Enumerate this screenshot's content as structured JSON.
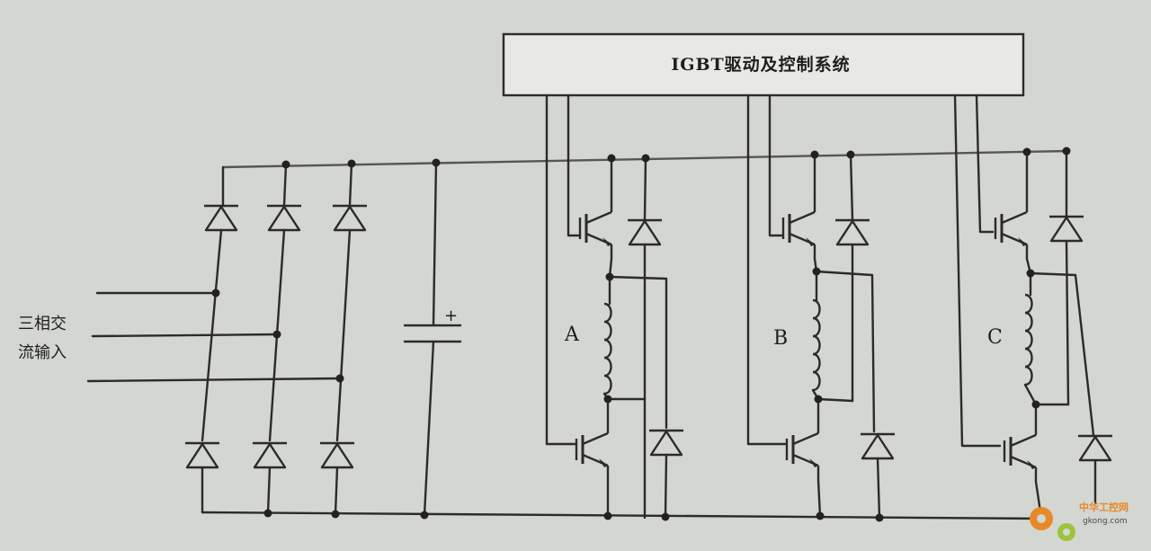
{
  "control_box": {
    "title": "IGBT驱动及控制系统"
  },
  "input_label": {
    "line1": "三相交",
    "line2": "流输入"
  },
  "capacitor": {
    "polarity": "+"
  },
  "phases": [
    {
      "label": "A"
    },
    {
      "label": "B"
    },
    {
      "label": "C"
    }
  ],
  "watermark": {
    "text_cn": "中华工控网",
    "text_url": "gkong.com"
  },
  "colors": {
    "background": "#d4d6d1",
    "wire": "#2b2b2b",
    "watermark_orange": "#e6892a",
    "watermark_green": "#9bc43a"
  }
}
